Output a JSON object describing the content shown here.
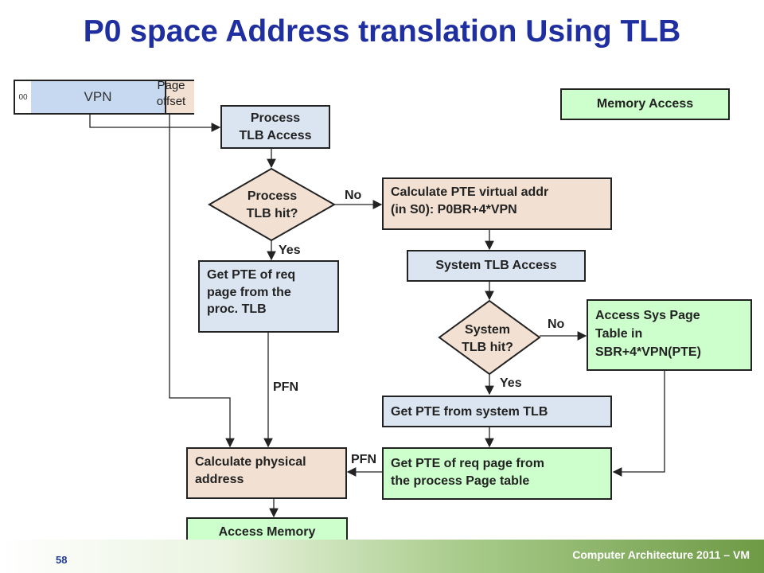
{
  "title": "P0 space Address translation Using TLB",
  "address": {
    "zero_bits": "00",
    "vpn": "VPN",
    "offset": "Page\noffset"
  },
  "legend": {
    "memory_access": "Memory Access"
  },
  "nodes": {
    "process_tlb_access": "Process\nTLB Access",
    "process_tlb_hit": "Process\nTLB hit?",
    "calc_pte_vaddr": "Calculate PTE virtual addr\n(in S0):     P0BR+4*VPN",
    "get_pte_proc_tlb": "Get PTE of req\npage from the\nproc. TLB",
    "system_tlb_access": "System  TLB Access",
    "system_tlb_hit": "System\nTLB hit?",
    "access_sys_page_table": "Access Sys Page\nTable in\nSBR+4*VPN(PTE)",
    "get_pte_system_tlb": "Get PTE from system TLB",
    "get_pte_process_page_table": "Get PTE of req page from\nthe process Page table",
    "calc_physical_address": "Calculate physical\naddress",
    "access_memory": "Access Memory"
  },
  "edge_labels": {
    "no_1": "No",
    "yes_1": "Yes",
    "no_2": "No",
    "yes_2": "Yes",
    "pfn_1": "PFN",
    "pfn_2": "PFN"
  },
  "colors": {
    "title": "#1f2fa0",
    "process_fill": "#dbe5f1",
    "calc_fill": "#f2e1d3",
    "memory_fill": "#ccffcc",
    "vpn_fill": "#c6d9f1"
  },
  "footer": {
    "page_number": "58",
    "course": "Computer Architecture 2011 – VM"
  }
}
